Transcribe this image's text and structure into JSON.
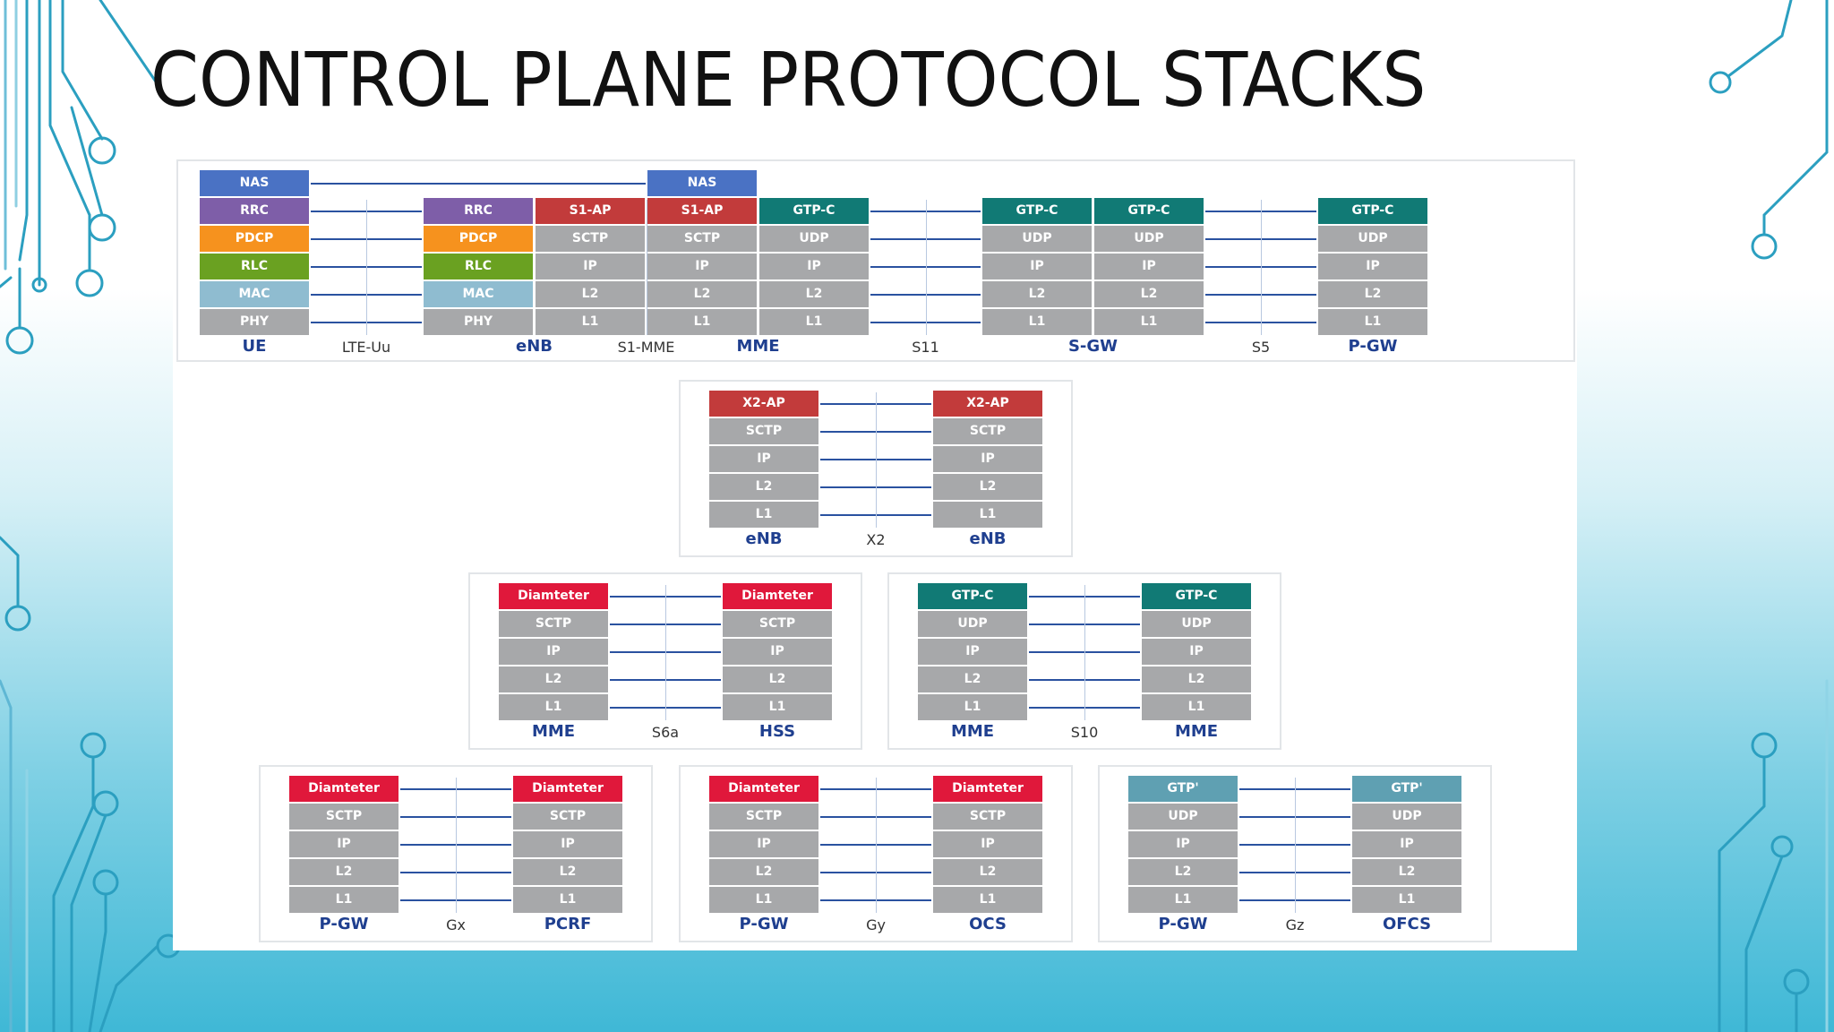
{
  "title": "CONTROL PLANE PROTOCOL STACKS",
  "colors": {
    "NAS": "#4a72c4",
    "RRC": "#7e5ea8",
    "PDCP": "#f6921e",
    "RLC": "#6aa121",
    "MAC": "#8fbcd0",
    "S1-AP": "#c23b3b",
    "X2-AP": "#c23b3b",
    "GTP-C": "#117a75",
    "Diamteter": "#e0183b",
    "GTP'": "#5fa0b2",
    "default": "#a7a8aa",
    "node_text": "#1f3f8f",
    "link_line": "#2a52a0"
  },
  "panels": [
    {
      "id": "main",
      "nodes": [
        {
          "name": "UE",
          "columns": [
            [
              "NAS",
              "RRC",
              "PDCP",
              "RLC",
              "MAC",
              "PHY"
            ]
          ]
        },
        {
          "name": "eNB",
          "columns": [
            [
              "RRC",
              "PDCP",
              "RLC",
              "MAC",
              "PHY"
            ],
            [
              "S1-AP",
              "SCTP",
              "IP",
              "L2",
              "L1"
            ]
          ]
        },
        {
          "name": "MME",
          "columns": [
            [
              "NAS",
              "S1-AP",
              "SCTP",
              "IP",
              "L2",
              "L1"
            ],
            [
              "GTP-C",
              "UDP",
              "IP",
              "L2",
              "L1"
            ]
          ]
        },
        {
          "name": "S-GW",
          "columns": [
            [
              "GTP-C",
              "UDP",
              "IP",
              "L2",
              "L1"
            ],
            [
              "GTP-C",
              "UDP",
              "IP",
              "L2",
              "L1"
            ]
          ]
        },
        {
          "name": "P-GW",
          "columns": [
            [
              "GTP-C",
              "UDP",
              "IP",
              "L2",
              "L1"
            ]
          ]
        }
      ],
      "interfaces": [
        "LTE-Uu",
        "S1-MME",
        "S11",
        "S5"
      ]
    },
    {
      "id": "x2",
      "nodes": [
        {
          "name": "eNB",
          "columns": [
            [
              "X2-AP",
              "SCTP",
              "IP",
              "L2",
              "L1"
            ]
          ]
        },
        {
          "name": "eNB",
          "columns": [
            [
              "X2-AP",
              "SCTP",
              "IP",
              "L2",
              "L1"
            ]
          ]
        }
      ],
      "interfaces": [
        "X2"
      ]
    },
    {
      "id": "s6a",
      "nodes": [
        {
          "name": "MME",
          "columns": [
            [
              "Diamteter",
              "SCTP",
              "IP",
              "L2",
              "L1"
            ]
          ]
        },
        {
          "name": "HSS",
          "columns": [
            [
              "Diamteter",
              "SCTP",
              "IP",
              "L2",
              "L1"
            ]
          ]
        }
      ],
      "interfaces": [
        "S6a"
      ]
    },
    {
      "id": "s10",
      "nodes": [
        {
          "name": "MME",
          "columns": [
            [
              "GTP-C",
              "UDP",
              "IP",
              "L2",
              "L1"
            ]
          ]
        },
        {
          "name": "MME",
          "columns": [
            [
              "GTP-C",
              "UDP",
              "IP",
              "L2",
              "L1"
            ]
          ]
        }
      ],
      "interfaces": [
        "S10"
      ]
    },
    {
      "id": "gx",
      "nodes": [
        {
          "name": "P-GW",
          "columns": [
            [
              "Diamteter",
              "SCTP",
              "IP",
              "L2",
              "L1"
            ]
          ]
        },
        {
          "name": "PCRF",
          "columns": [
            [
              "Diamteter",
              "SCTP",
              "IP",
              "L2",
              "L1"
            ]
          ]
        }
      ],
      "interfaces": [
        "Gx"
      ]
    },
    {
      "id": "gy",
      "nodes": [
        {
          "name": "P-GW",
          "columns": [
            [
              "Diamteter",
              "SCTP",
              "IP",
              "L2",
              "L1"
            ]
          ]
        },
        {
          "name": "OCS",
          "columns": [
            [
              "Diamteter",
              "SCTP",
              "IP",
              "L2",
              "L1"
            ]
          ]
        }
      ],
      "interfaces": [
        "Gy"
      ]
    },
    {
      "id": "gz",
      "nodes": [
        {
          "name": "P-GW",
          "columns": [
            [
              "GTP'",
              "UDP",
              "IP",
              "L2",
              "L1"
            ]
          ]
        },
        {
          "name": "OFCS",
          "columns": [
            [
              "GTP'",
              "UDP",
              "IP",
              "L2",
              "L1"
            ]
          ]
        }
      ],
      "interfaces": [
        "Gz"
      ]
    }
  ]
}
